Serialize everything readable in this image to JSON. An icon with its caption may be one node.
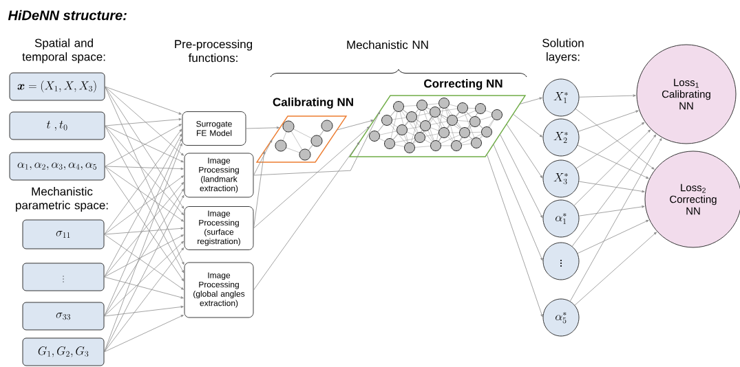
{
  "diagram": {
    "title": "HiDeNN structure:",
    "nodes": [
      {
        "text": [
          "\\boldsymbol{x} = (X_1, X, X_3)"
        ]
      },
      {
        "text": [
          "t\\;, t_0"
        ]
      },
      {
        "text": [
          "\\alpha_1, \\alpha_2, \\alpha_3, \\alpha_4, \\alpha_5"
        ]
      },
      {
        "text": [
          "\\sigma_{11}"
        ]
      },
      {
        "text": [
          "\\vdots"
        ]
      },
      {
        "text": [
          "\\sigma_{33}"
        ]
      },
      {
        "text": [
          "G_1, G_2, G_3"
        ]
      },
      {
        "text": [
          "Surrogate FE Model"
        ]
      },
      {
        "text": [
          "Image Processing (landmark extraction)"
        ]
      },
      {
        "text": [
          "Image Processing (surface registration)"
        ]
      },
      {
        "text": [
          "Image Processing (global angles extraction)"
        ]
      },
      {
        "text": [
          "Calibrating NN"
        ]
      },
      {
        "text": [
          "Correcting NN"
        ]
      },
      {
        "text": [
          "X_1^*"
        ]
      },
      {
        "text": [
          "X_2^*"
        ]
      },
      {
        "text": [
          "X_3^*"
        ]
      },
      {
        "text": [
          "\\alpha_1^*"
        ]
      },
      {
        "text": [
          "\\vdots"
        ]
      },
      {
        "text": [
          "\\alpha_5^*"
        ]
      },
      {
        "text": [
          "Loss$_{1}$ Calibrating NN"
        ]
      },
      {
        "text": [
          "Loss$_{2}$ Correcting NN"
        ]
      }
    ],
    "edges": [
      {
        "from": 0,
        "to": 7,
        "arrow": "to"
      },
      {
        "from": 0,
        "to": 8,
        "arrow": "to"
      },
      {
        "from": 0,
        "to": 9,
        "arrow": "to"
      },
      {
        "from": 0,
        "to": 10,
        "arrow": "to"
      },
      {
        "from": 1,
        "to": 7,
        "arrow": "to"
      },
      {
        "from": 1,
        "to": 8,
        "arrow": "to"
      },
      {
        "from": 1,
        "to": 9,
        "arrow": "to"
      },
      {
        "from": 1,
        "to": 10,
        "arrow": "to"
      },
      {
        "from": 2,
        "to": 7,
        "arrow": "to"
      },
      {
        "from": 2,
        "to": 8,
        "arrow": "to"
      },
      {
        "from": 2,
        "to": 9,
        "arrow": "to"
      },
      {
        "from": 2,
        "to": 10,
        "arrow": "to"
      },
      {
        "from": 3,
        "to": 7,
        "arrow": "to"
      },
      {
        "from": 3,
        "to": 8,
        "arrow": "to"
      },
      {
        "from": 3,
        "to": 9,
        "arrow": "to"
      },
      {
        "from": 3,
        "to": 10,
        "arrow": "to"
      },
      {
        "from": 4,
        "to": 7,
        "arrow": "to"
      },
      {
        "from": 4,
        "to": 8,
        "arrow": "to"
      },
      {
        "from": 4,
        "to": 9,
        "arrow": "to"
      },
      {
        "from": 4,
        "to": 10,
        "arrow": "to"
      },
      {
        "from": 5,
        "to": 7,
        "arrow": "to"
      },
      {
        "from": 5,
        "to": 8,
        "arrow": "to"
      },
      {
        "from": 5,
        "to": 9,
        "arrow": "to"
      },
      {
        "from": 5,
        "to": 10,
        "arrow": "to"
      },
      {
        "from": 6,
        "to": 7,
        "arrow": "to"
      },
      {
        "from": 6,
        "to": 8,
        "arrow": "to"
      },
      {
        "from": 6,
        "to": 9,
        "arrow": "to"
      },
      {
        "from": 6,
        "to": 10,
        "arrow": "to"
      },
      {
        "from": 7,
        "to": 11,
        "arrow": "to"
      },
      {
        "from": 8,
        "to": 11,
        "arrow": "to"
      },
      {
        "from": 8,
        "to": 12,
        "arrow": "to"
      },
      {
        "from": 9,
        "to": 11,
        "arrow": "to"
      },
      {
        "from": 9,
        "to": 12,
        "arrow": "to"
      },
      {
        "from": 10,
        "to": 12,
        "arrow": "to"
      },
      {
        "from": 11,
        "to": 12,
        "arrow": "to"
      },
      {
        "from": 12,
        "to": 13,
        "arrow": "to"
      },
      {
        "from": 12,
        "to": 14,
        "arrow": "to"
      },
      {
        "from": 12,
        "to": 15,
        "arrow": "to"
      },
      {
        "from": 12,
        "to": 16,
        "arrow": "to"
      },
      {
        "from": 12,
        "to": 17,
        "arrow": "to"
      },
      {
        "from": 12,
        "to": 18,
        "arrow": "to"
      },
      {
        "from": 13,
        "to": 19,
        "arrow": "to"
      },
      {
        "from": 13,
        "to": 20,
        "arrow": "to"
      },
      {
        "from": 14,
        "to": 19,
        "arrow": "to"
      },
      {
        "from": 14,
        "to": 20,
        "arrow": "to"
      },
      {
        "from": 15,
        "to": 19,
        "arrow": "to"
      },
      {
        "from": 15,
        "to": 20,
        "arrow": "to"
      },
      {
        "from": 16,
        "to": 19,
        "arrow": "to"
      },
      {
        "from": 16,
        "to": 20,
        "arrow": "to"
      },
      {
        "from": 17,
        "to": 19,
        "arrow": "to"
      },
      {
        "from": 17,
        "to": 20,
        "arrow": "to"
      },
      {
        "from": 18,
        "to": 19,
        "arrow": "to"
      },
      {
        "from": 18,
        "to": 20,
        "arrow": "to"
      }
    ],
    "labels": [
      "Spatial and temporal space:",
      "Pre-processing functions:",
      "Mechanistic NN",
      "Solution layers:",
      "Mechanistic parametric space:"
    ]
  }
}
